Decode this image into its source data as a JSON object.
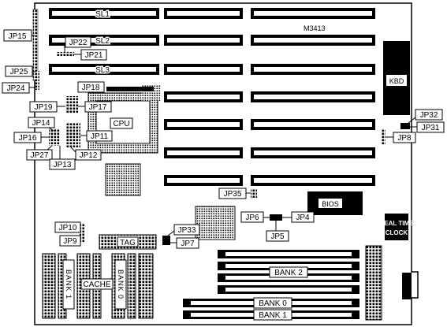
{
  "board": {
    "model": "M3413",
    "slots": [
      "SL1",
      "SL2",
      "SL3"
    ],
    "components": {
      "cpu": "CPU",
      "keyboard": "KBD",
      "bios": "BIOS",
      "rtc_line1": "REAL TIME",
      "rtc_line2": "CLOCK",
      "tag": "TAG",
      "cache": "CACHE",
      "bank1_vertical": "BANK 1",
      "bank0_vertical": "BANK 0",
      "bank2": "BANK 2",
      "bank0": "BANK 0",
      "bank1": "BANK 1"
    },
    "jumpers": {
      "jp15": "JP15",
      "jp22": "JP22",
      "jp21": "JP21",
      "jp25": "JP25",
      "jp24": "JP24",
      "jp18": "JP18",
      "jp19": "JP19",
      "jp17": "JP17",
      "jp14": "JP14",
      "jp16": "JP16",
      "jp11": "JP11",
      "jp27": "JP27",
      "jp13": "JP13",
      "jp12": "JP12",
      "jp32": "JP32",
      "jp31": "JP31",
      "jp8": "JP8",
      "jp35": "JP35",
      "jp6": "JP6",
      "jp4": "JP4",
      "jp5": "JP5",
      "jp10": "JP10",
      "jp9": "JP9",
      "jp33": "JP33",
      "jp7": "JP7"
    }
  }
}
